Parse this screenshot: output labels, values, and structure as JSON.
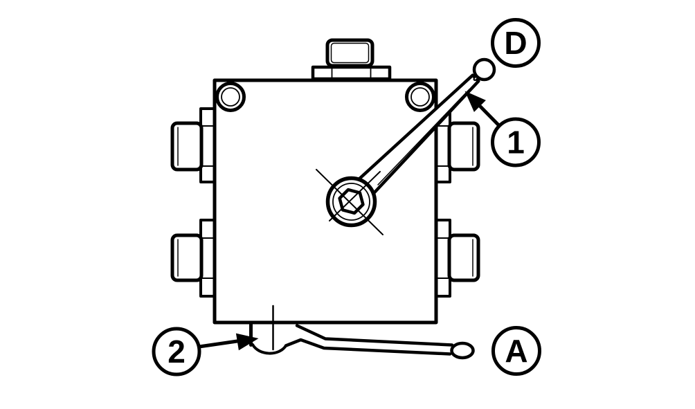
{
  "colors": {
    "line": "#000000",
    "background": "#ffffff"
  },
  "callouts": [
    {
      "id": "position-top",
      "label": "D"
    },
    {
      "id": "lever-top",
      "label": "1"
    },
    {
      "id": "lever-bottom",
      "label": "2"
    },
    {
      "id": "position-bottom",
      "label": "A"
    }
  ]
}
